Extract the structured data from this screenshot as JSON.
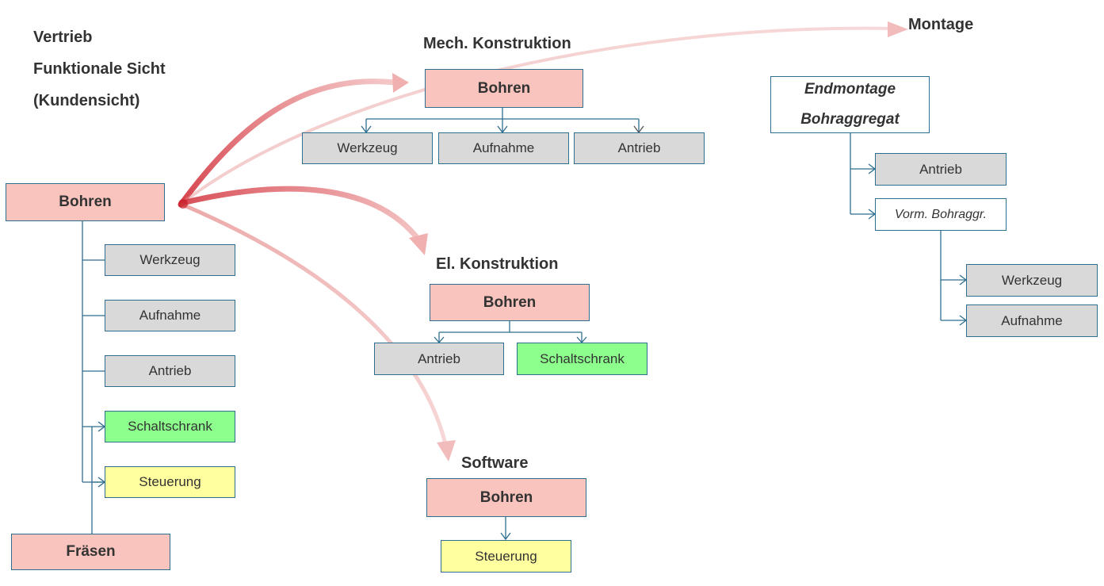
{
  "vertrieb": {
    "title_lines": [
      "Vertrieb",
      "Funktionale Sicht",
      "(Kundensicht)"
    ],
    "head": "Bohren",
    "items": [
      "Werkzeug",
      "Aufnahme",
      "Antrieb",
      "Schaltschrank",
      "Steuerung"
    ],
    "second_head": "Fräsen"
  },
  "mech": {
    "title": "Mech. Konstruktion",
    "head": "Bohren",
    "items": [
      "Werkzeug",
      "Aufnahme",
      "Antrieb"
    ]
  },
  "el": {
    "title": "El. Konstruktion",
    "head": "Bohren",
    "items": [
      "Antrieb",
      "Schaltschrank"
    ]
  },
  "software": {
    "title": "Software",
    "head": "Bohren",
    "items": [
      "Steuerung"
    ]
  },
  "montage": {
    "title": "Montage",
    "head_lines": [
      "Endmontage",
      "Bohraggregat"
    ],
    "items": [
      "Antrieb",
      "Vorm. Bohraggr."
    ],
    "sub_items": [
      "Werkzeug",
      "Aufnahme"
    ]
  },
  "colors": {
    "head": "#f8c4bd",
    "grey": "#d9d9d9",
    "green": "#8cff8c",
    "yellow": "#ffff9f",
    "line": "#2e6e8e",
    "arrow": "#e05050"
  }
}
